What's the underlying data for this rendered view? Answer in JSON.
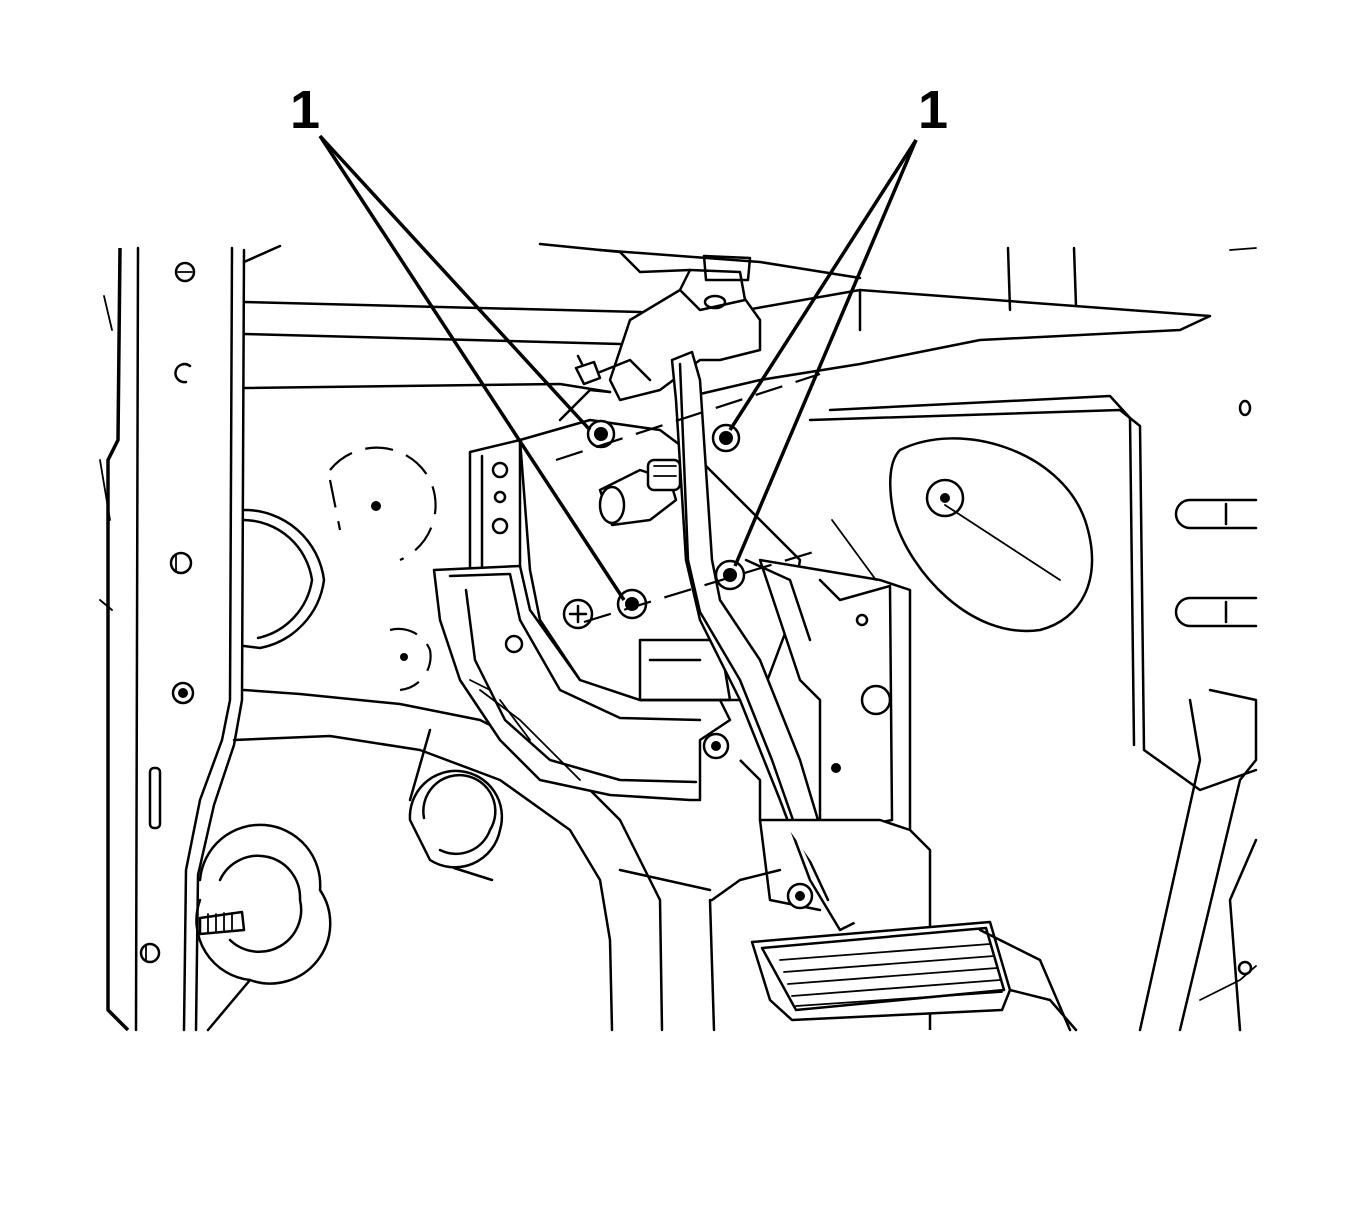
{
  "callouts": [
    {
      "id": "left",
      "label": "1"
    },
    {
      "id": "right",
      "label": "1"
    }
  ],
  "colors": {
    "line": "#000000",
    "background": "#ffffff"
  },
  "icons": [
    "bolt-icon",
    "nut-icon",
    "pedal-pad-icon"
  ]
}
